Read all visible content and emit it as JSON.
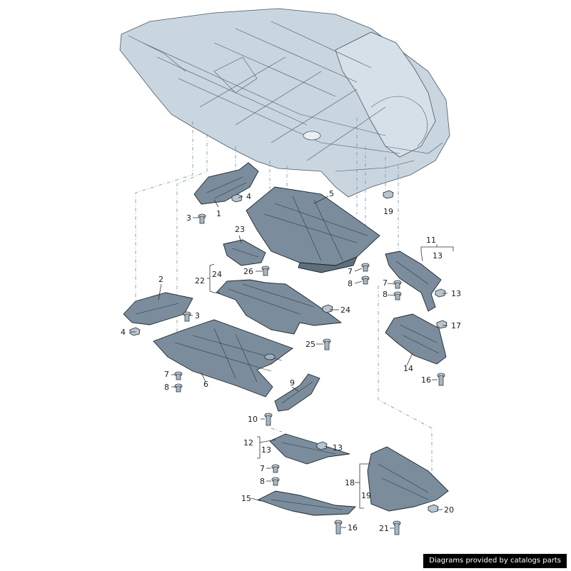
{
  "diagram": {
    "callouts": {
      "c1": "1",
      "c2": "2",
      "c3a": "3",
      "c3b": "3",
      "c4a": "4",
      "c4b": "4",
      "c5": "5",
      "c6": "6",
      "c7a": "7",
      "c7b": "7",
      "c7c": "7",
      "c7d": "7",
      "c8a": "8",
      "c8b": "8",
      "c8c": "8",
      "c8d": "8",
      "c9": "9",
      "c10": "10",
      "c11": "11",
      "c12": "12",
      "c13a": "13",
      "c13b": "13",
      "c13c": "13",
      "c13d": "13",
      "c14": "14",
      "c15": "15",
      "c16a": "16",
      "c16b": "16",
      "c17": "17",
      "c18": "18",
      "c19a": "19",
      "c19b": "19",
      "c20": "20",
      "c21": "21",
      "c22": "22",
      "c23": "23",
      "c24a": "24",
      "c24b": "24",
      "c25": "25",
      "c26": "26"
    }
  },
  "footer": {
    "credit": "Diagrams provided by catalogs parts"
  }
}
